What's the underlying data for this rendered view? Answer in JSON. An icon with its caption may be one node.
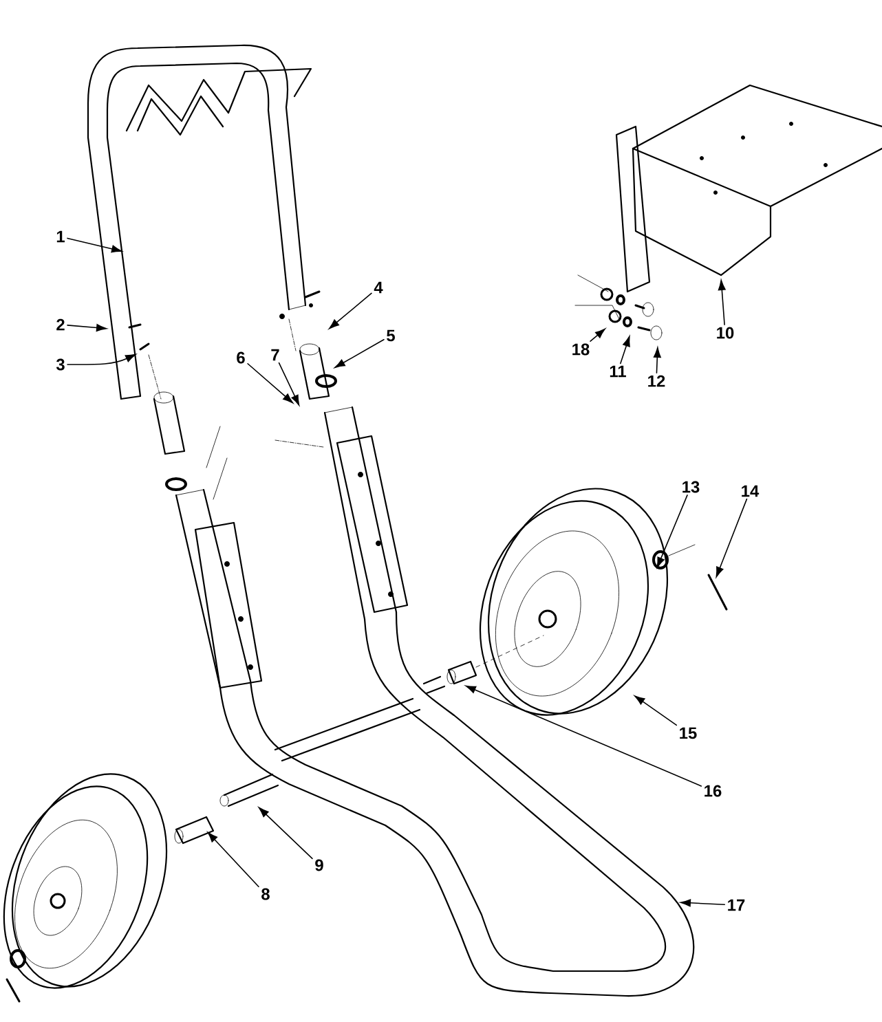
{
  "diagram": {
    "nodes": [
      {
        "text": [
          "1"
        ]
      },
      {
        "text": [
          "2"
        ]
      },
      {
        "text": [
          "3"
        ]
      },
      {
        "text": [
          "4"
        ]
      },
      {
        "text": [
          "5"
        ]
      },
      {
        "text": [
          "6"
        ]
      },
      {
        "text": [
          "7"
        ]
      },
      {
        "text": [
          "8"
        ]
      },
      {
        "text": [
          "9"
        ]
      },
      {
        "text": [
          "10"
        ]
      },
      {
        "text": [
          "11"
        ]
      },
      {
        "text": [
          "12"
        ]
      },
      {
        "text": [
          "13"
        ]
      },
      {
        "text": [
          "14"
        ]
      },
      {
        "text": [
          "15"
        ]
      },
      {
        "text": [
          "16"
        ]
      },
      {
        "text": [
          "17"
        ]
      },
      {
        "text": [
          "18"
        ]
      }
    ],
    "edges": [
      {
        "from": 0,
        "to": null,
        "arrow": "to"
      },
      {
        "from": 1,
        "to": null,
        "arrow": "to"
      },
      {
        "from": 2,
        "to": null,
        "arrow": "to"
      },
      {
        "from": 3,
        "to": null,
        "arrow": "to"
      },
      {
        "from": 4,
        "to": null,
        "arrow": "to"
      },
      {
        "from": 5,
        "to": null,
        "arrow": "to"
      },
      {
        "from": 6,
        "to": null,
        "arrow": "to"
      },
      {
        "from": 7,
        "to": null,
        "arrow": "to"
      },
      {
        "from": 8,
        "to": null,
        "arrow": "to"
      },
      {
        "from": 9,
        "to": null,
        "arrow": "to"
      },
      {
        "from": 10,
        "to": null,
        "arrow": "to"
      },
      {
        "from": 11,
        "to": null,
        "arrow": "to"
      },
      {
        "from": 12,
        "to": null,
        "arrow": "to"
      },
      {
        "from": 13,
        "to": null,
        "arrow": "to"
      },
      {
        "from": 14,
        "to": null,
        "arrow": "to"
      },
      {
        "from": 15,
        "to": null,
        "arrow": "to"
      },
      {
        "from": 16,
        "to": null,
        "arrow": "to"
      },
      {
        "from": 17,
        "to": null,
        "arrow": "to"
      }
    ]
  }
}
